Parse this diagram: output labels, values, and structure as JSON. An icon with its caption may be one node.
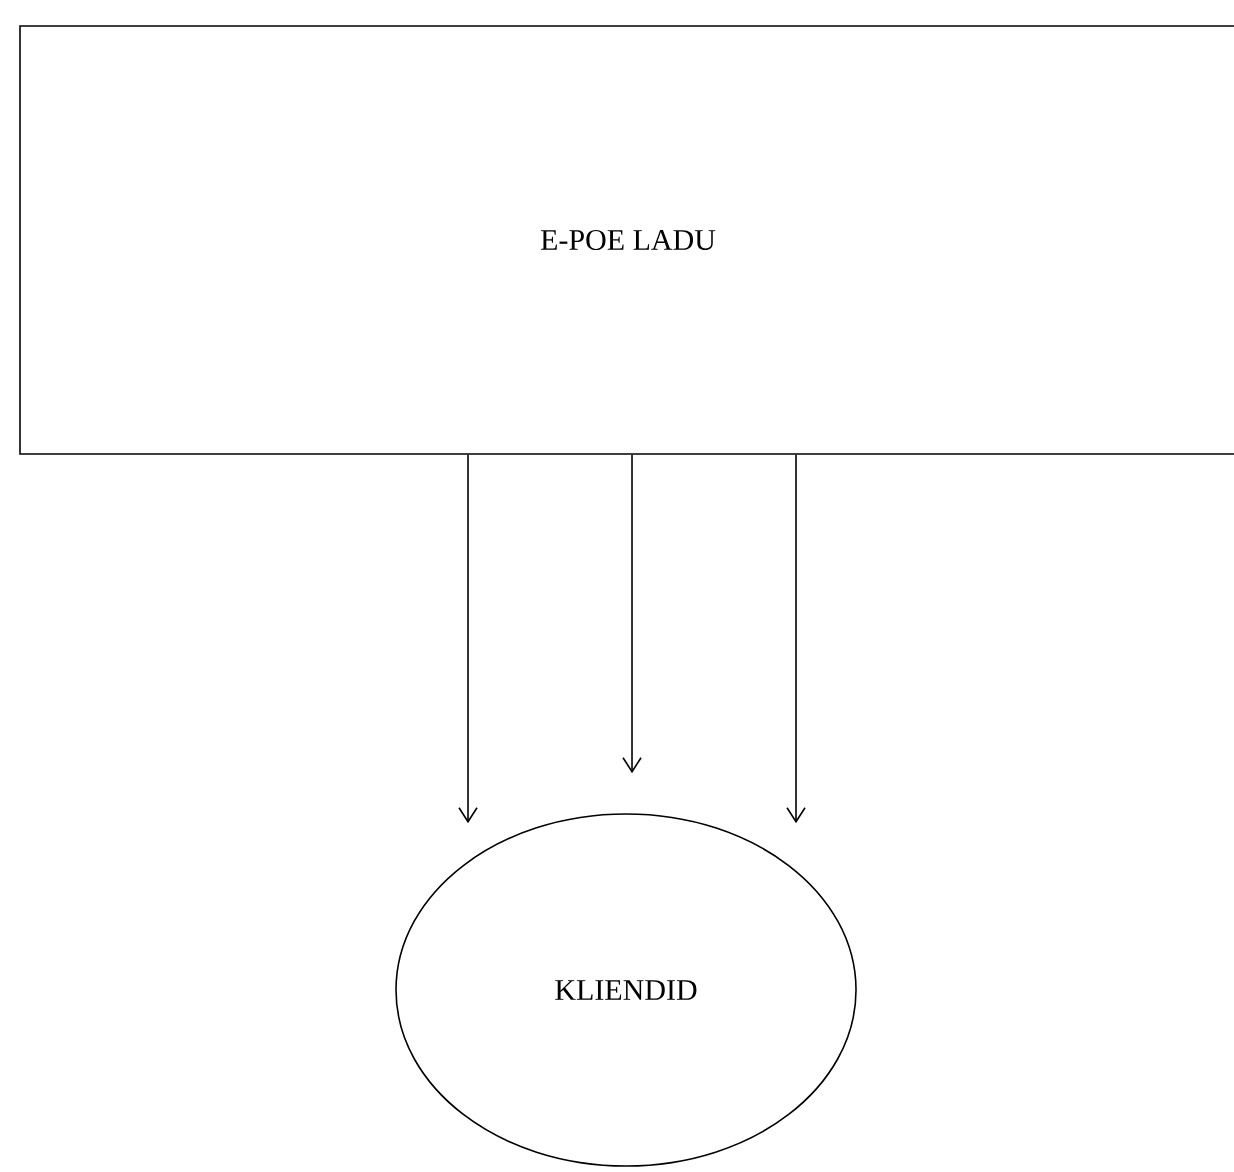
{
  "diagram": {
    "nodes": [
      {
        "text": [
          "E-POE LADU"
        ]
      },
      {
        "text": [
          "KLIENDID"
        ]
      }
    ],
    "edges": [
      {
        "from": 0,
        "to": 1,
        "arrow": "to"
      },
      {
        "from": 0,
        "to": 1,
        "arrow": "to"
      },
      {
        "from": 0,
        "to": 1,
        "arrow": "to"
      }
    ]
  }
}
